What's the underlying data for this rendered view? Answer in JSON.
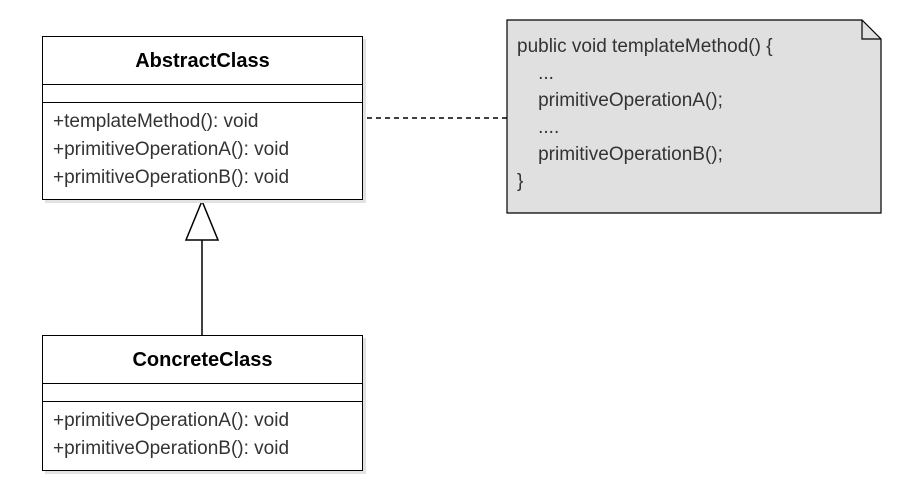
{
  "diagram": {
    "abstract_class": {
      "name": "AbstractClass",
      "operations": [
        "+templateMethod(): void",
        "+primitiveOperationA(): void",
        "+primitiveOperationB(): void"
      ]
    },
    "concrete_class": {
      "name": "ConcreteClass",
      "operations": [
        "+primitiveOperationA(): void",
        "+primitiveOperationB(): void"
      ]
    },
    "note": {
      "lines": [
        "public void templateMethod() {",
        "    ...",
        "    primitiveOperationA();",
        "    ....",
        "    primitiveOperationB();",
        "}"
      ],
      "fill": "#e0e0e0"
    },
    "relationships": [
      {
        "from": "ConcreteClass",
        "to": "AbstractClass",
        "type": "generalization"
      },
      {
        "from": "AbstractClass",
        "to": "note",
        "type": "note-anchor"
      }
    ]
  }
}
